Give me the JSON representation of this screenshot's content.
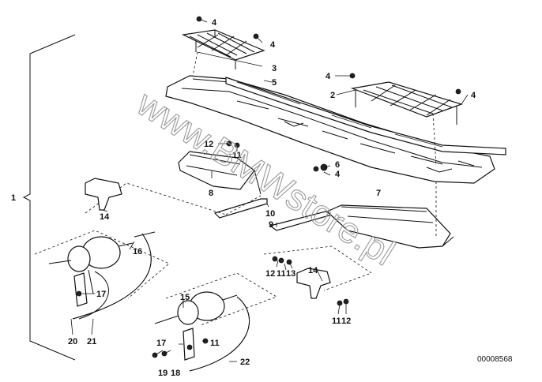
{
  "watermark": "www.BMWstore.pl",
  "reference_code": "00008568",
  "callouts": {
    "c1": "1",
    "c2": "2",
    "c3": "3",
    "c4a": "4",
    "c4b": "4",
    "c4c": "4",
    "c4d": "4",
    "c4e": "4",
    "c5": "5",
    "c6": "6",
    "c7": "7",
    "c8": "8",
    "c9": "9",
    "c10": "10",
    "c11a": "11",
    "c11b": "11",
    "c11c": "11",
    "c11d": "11",
    "c12a": "12",
    "c12b": "12",
    "c12c": "12",
    "c13": "13",
    "c14a": "14",
    "c14b": "14",
    "c15": "15",
    "c16": "16",
    "c17a": "17",
    "c17b": "17",
    "c18": "18",
    "c19": "19",
    "c20": "20",
    "c21": "21",
    "c22": "22"
  }
}
